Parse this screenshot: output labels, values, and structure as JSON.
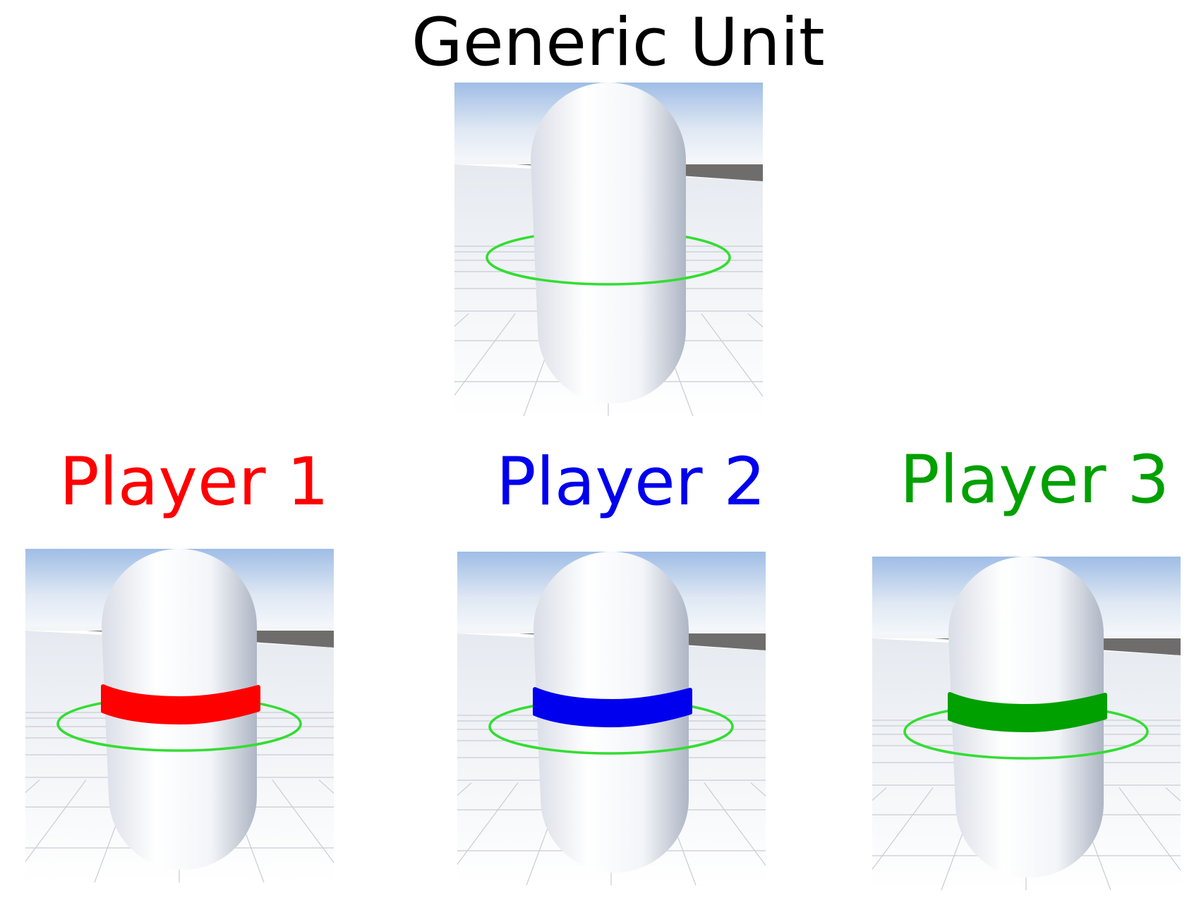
{
  "title": "Generic Unit",
  "title_color": "#000000",
  "units": [
    {
      "id": "generic",
      "band_color": null
    },
    {
      "id": "player1",
      "label": "Player 1",
      "label_color": "#ff0000",
      "band_color": "#ff0000"
    },
    {
      "id": "player2",
      "label": "Player 2",
      "label_color": "#0000ee",
      "band_color": "#0000ee"
    },
    {
      "id": "player3",
      "label": "Player 3",
      "label_color": "#00a000",
      "band_color": "#00a000"
    }
  ],
  "selection_ring_color": "#33dd33",
  "icons": [
    "capsule-unit",
    "selection-ring",
    "team-color-band",
    "ground-grid",
    "sky"
  ]
}
